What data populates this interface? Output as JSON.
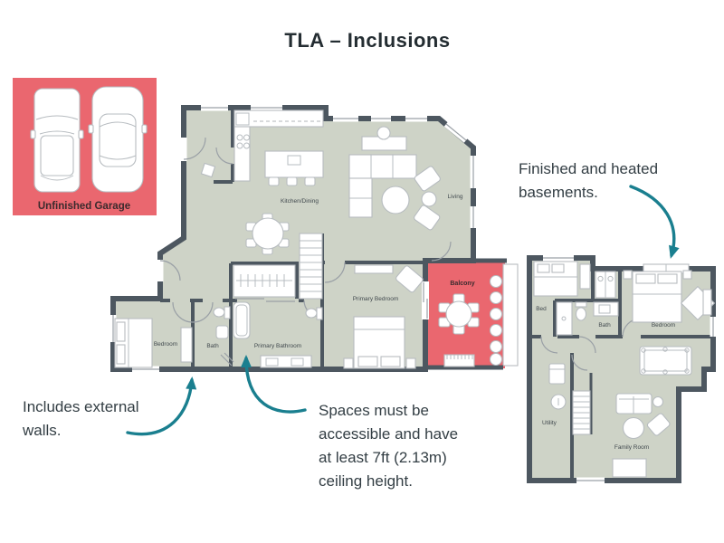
{
  "title": "TLA – Inclusions",
  "garage": {
    "label": "Unfinished Garage"
  },
  "main_floor_rooms": {
    "kitchen_dining": "Kitchen/Dining",
    "living": "Living",
    "primary_bedroom": "Primary Bedroom",
    "primary_bathroom": "Primary Bathroom",
    "bath": "Bath",
    "bedroom": "Bedroom",
    "balcony": "Balcony"
  },
  "basement_rooms": {
    "bed": "Bed",
    "bath": "Bath",
    "bedroom": "Bedroom",
    "utility": "Utility",
    "family_room": "Family Room"
  },
  "annotations": {
    "basements": {
      "lines": [
        "Finished and heated",
        "basements."
      ]
    },
    "external_walls": {
      "lines": [
        "Includes external",
        "walls."
      ]
    },
    "ceiling_height": {
      "lines": [
        "Spaces must be",
        "accessible and have",
        "at least 7ft (2.13m)",
        "ceiling height."
      ]
    }
  },
  "colors": {
    "accent_red": "#ea676f",
    "wall_dark": "#4d5760",
    "floor_sage": "#ced3c7",
    "arrow_teal": "#1a7f8f",
    "text_dark": "#333e44"
  }
}
